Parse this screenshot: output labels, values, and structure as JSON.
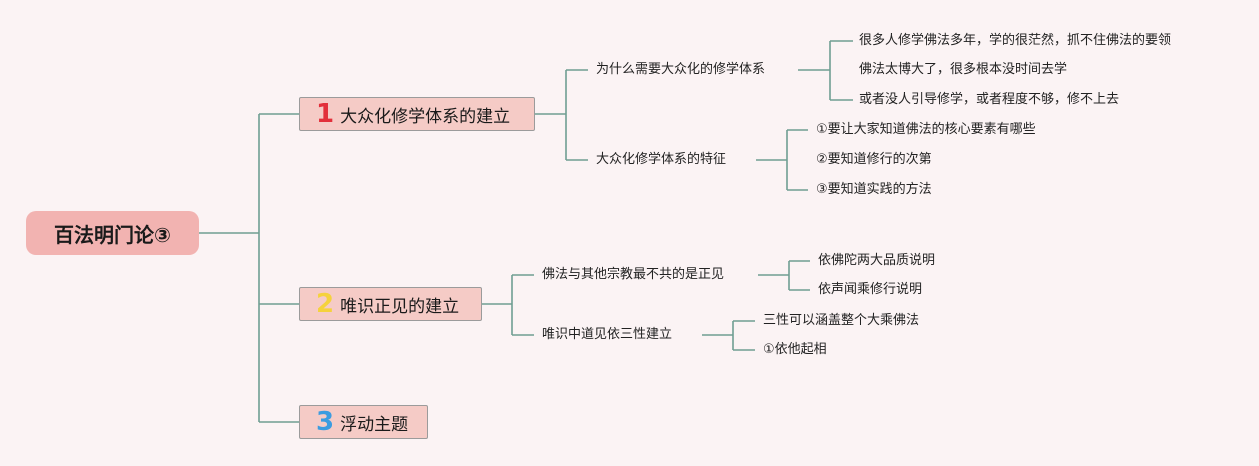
{
  "root": {
    "label": "百法明门论③"
  },
  "topics": [
    {
      "number": "1",
      "label": "大众化修学体系的建立",
      "children": [
        {
          "label": "为什么需要大众化的修学体系",
          "children": [
            "很多人修学佛法多年，学的很茫然，抓不住佛法的要领",
            "佛法太博大了，很多根本没时间去学",
            "或者没人引导修学，或者程度不够，修不上去"
          ]
        },
        {
          "label": "大众化修学体系的特征",
          "children": [
            "①要让大家知道佛法的核心要素有哪些",
            "②要知道修行的次第",
            "③要知道实践的方法"
          ]
        }
      ]
    },
    {
      "number": "2",
      "label": "唯识正见的建立",
      "children": [
        {
          "label": "佛法与其他宗教最不共的是正见",
          "children": [
            "依佛陀两大品质说明",
            "依声闻乘修行说明"
          ]
        },
        {
          "label": "唯识中道见依三性建立",
          "children": [
            "三性可以涵盖整个大乘佛法",
            "①依他起相"
          ]
        }
      ]
    },
    {
      "number": "3",
      "label": "浮动主题",
      "children": []
    }
  ],
  "colors": {
    "background": "#fbf3f4",
    "root_fill": "#f2b3b1",
    "topic_fill": "#f5cbc6",
    "line": "#6f9e92",
    "num1": "#e2303b",
    "num2": "#f5d23c",
    "num3": "#3c9ce0"
  }
}
